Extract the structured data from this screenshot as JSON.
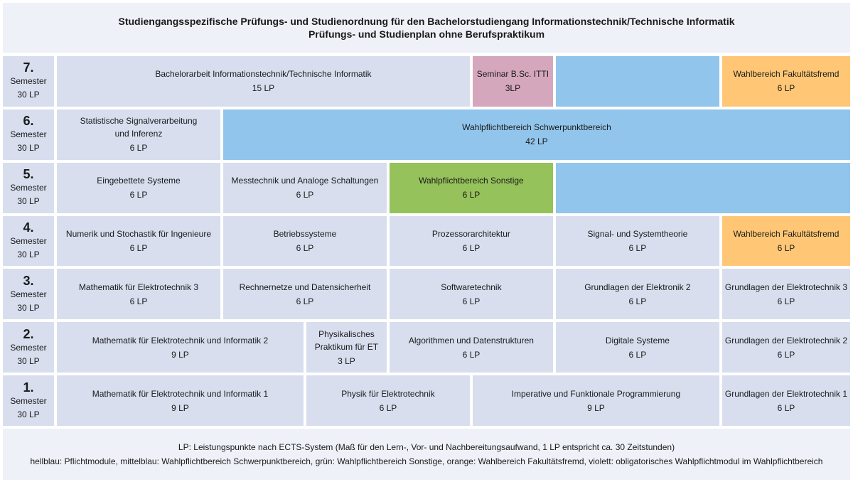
{
  "header": {
    "title_line1": "Studiengangsspezifische Prüfungs- und Studienordnung für den Bachelorstudiengang Informationstechnik/Technische Informatik",
    "title_line2": "Prüfungs- und Studienplan ohne Berufspraktikum"
  },
  "semesters": {
    "s7": {
      "num": "7.",
      "label": "Semester",
      "lp": "30 LP"
    },
    "s6": {
      "num": "6.",
      "label": "Semester",
      "lp": "30 LP"
    },
    "s5": {
      "num": "5.",
      "label": "Semester",
      "lp": "30 LP"
    },
    "s4": {
      "num": "4.",
      "label": "Semester",
      "lp": "30 LP"
    },
    "s3": {
      "num": "3.",
      "label": "Semester",
      "lp": "30 LP"
    },
    "s2": {
      "num": "2.",
      "label": "Semester",
      "lp": "30 LP"
    },
    "s1": {
      "num": "1.",
      "label": "Semester",
      "lp": "30 LP"
    }
  },
  "modules": {
    "bachelorarbeit": {
      "name": "Bachelorarbeit Informationstechnik/Technische Informatik",
      "lp": "15 LP"
    },
    "seminar": {
      "name": "Seminar B.Sc. ITTI",
      "lp": "3LP"
    },
    "fremd7": {
      "name": "Wahlbereich Fakultätsfremd",
      "lp": "6 LP"
    },
    "signalverarbeitung": {
      "name": "Statistische Signalverarbeitung\nund Inferenz",
      "lp": "6 LP"
    },
    "schwerpunkt": {
      "name": "Wahlpflichtbereich Schwerpunktbereich",
      "lp": "42 LP"
    },
    "eingebettete": {
      "name": "Eingebettete Systeme",
      "lp": "6 LP"
    },
    "messtechnik": {
      "name": "Messtechnik und Analoge Schaltungen",
      "lp": "6 LP"
    },
    "sonstige": {
      "name": "Wahlpflichtbereich Sonstige",
      "lp": "6 LP"
    },
    "numerik": {
      "name": "Numerik und Stochastik für Ingenieure",
      "lp": "6 LP"
    },
    "betriebssysteme": {
      "name": "Betriebssysteme",
      "lp": "6 LP"
    },
    "prozessor": {
      "name": "Prozessorarchitektur",
      "lp": "6 LP"
    },
    "signal_system": {
      "name": "Signal- und Systemtheorie",
      "lp": "6 LP"
    },
    "fremd4": {
      "name": "Wahlbereich Fakultätsfremd",
      "lp": "6 LP"
    },
    "mathe_et3": {
      "name": "Mathematik für Elektrotechnik 3",
      "lp": "6 LP"
    },
    "rechnernetze": {
      "name": "Rechnernetze und Datensicherheit",
      "lp": "6 LP"
    },
    "softwaretechnik": {
      "name": "Softwaretechnik",
      "lp": "6 LP"
    },
    "elektronik2": {
      "name": "Grundlagen der Elektronik 2",
      "lp": "6 LP"
    },
    "gdet3": {
      "name": "Grundlagen der Elektrotechnik 3",
      "lp": "6 LP"
    },
    "mathe_eti2": {
      "name": "Mathematik für Elektrotechnik und Informatik 2",
      "lp": "9 LP"
    },
    "praktikum": {
      "name": "Physikalisches\nPraktikum für ET",
      "lp": "3 LP"
    },
    "algorithmen": {
      "name": "Algorithmen und Datenstrukturen",
      "lp": "6 LP"
    },
    "digitale": {
      "name": "Digitale Systeme",
      "lp": "6 LP"
    },
    "gdet2": {
      "name": "Grundlagen der Elektrotechnik 2",
      "lp": "6 LP"
    },
    "mathe_eti1": {
      "name": "Mathematik für Elektrotechnik und Informatik 1",
      "lp": "9 LP"
    },
    "physik": {
      "name": "Physik für Elektrotechnik",
      "lp": "6 LP"
    },
    "imperative": {
      "name": "Imperative und Funktionale Programmierung",
      "lp": "9 LP"
    },
    "gdet1": {
      "name": "Grundlagen der Elektrotechnik 1",
      "lp": "6 LP"
    }
  },
  "footer": {
    "line1": "LP: Leistungspunkte nach ECTS-System (Maß für den Lern-, Vor- und Nachbereitungsaufwand, 1 LP entspricht ca. 30 Zeitstunden)",
    "line2": "hellblau: Pflichtmodule, mittelblau: Wahlpflichtbereich Schwerpunktbereich, grün: Wahlpflichtbereich Sonstige, orange: Wahlbereich Fakultätsfremd, violett: obligatorisches Wahlpflichtmodul im Wahlpflichtbereich"
  },
  "colors": {
    "pflicht": "#d8deee",
    "schwerpunkt": "#92c5ec",
    "sonstige": "#95c25a",
    "fremd": "#ffc775",
    "violett": "#d5a7bc"
  }
}
